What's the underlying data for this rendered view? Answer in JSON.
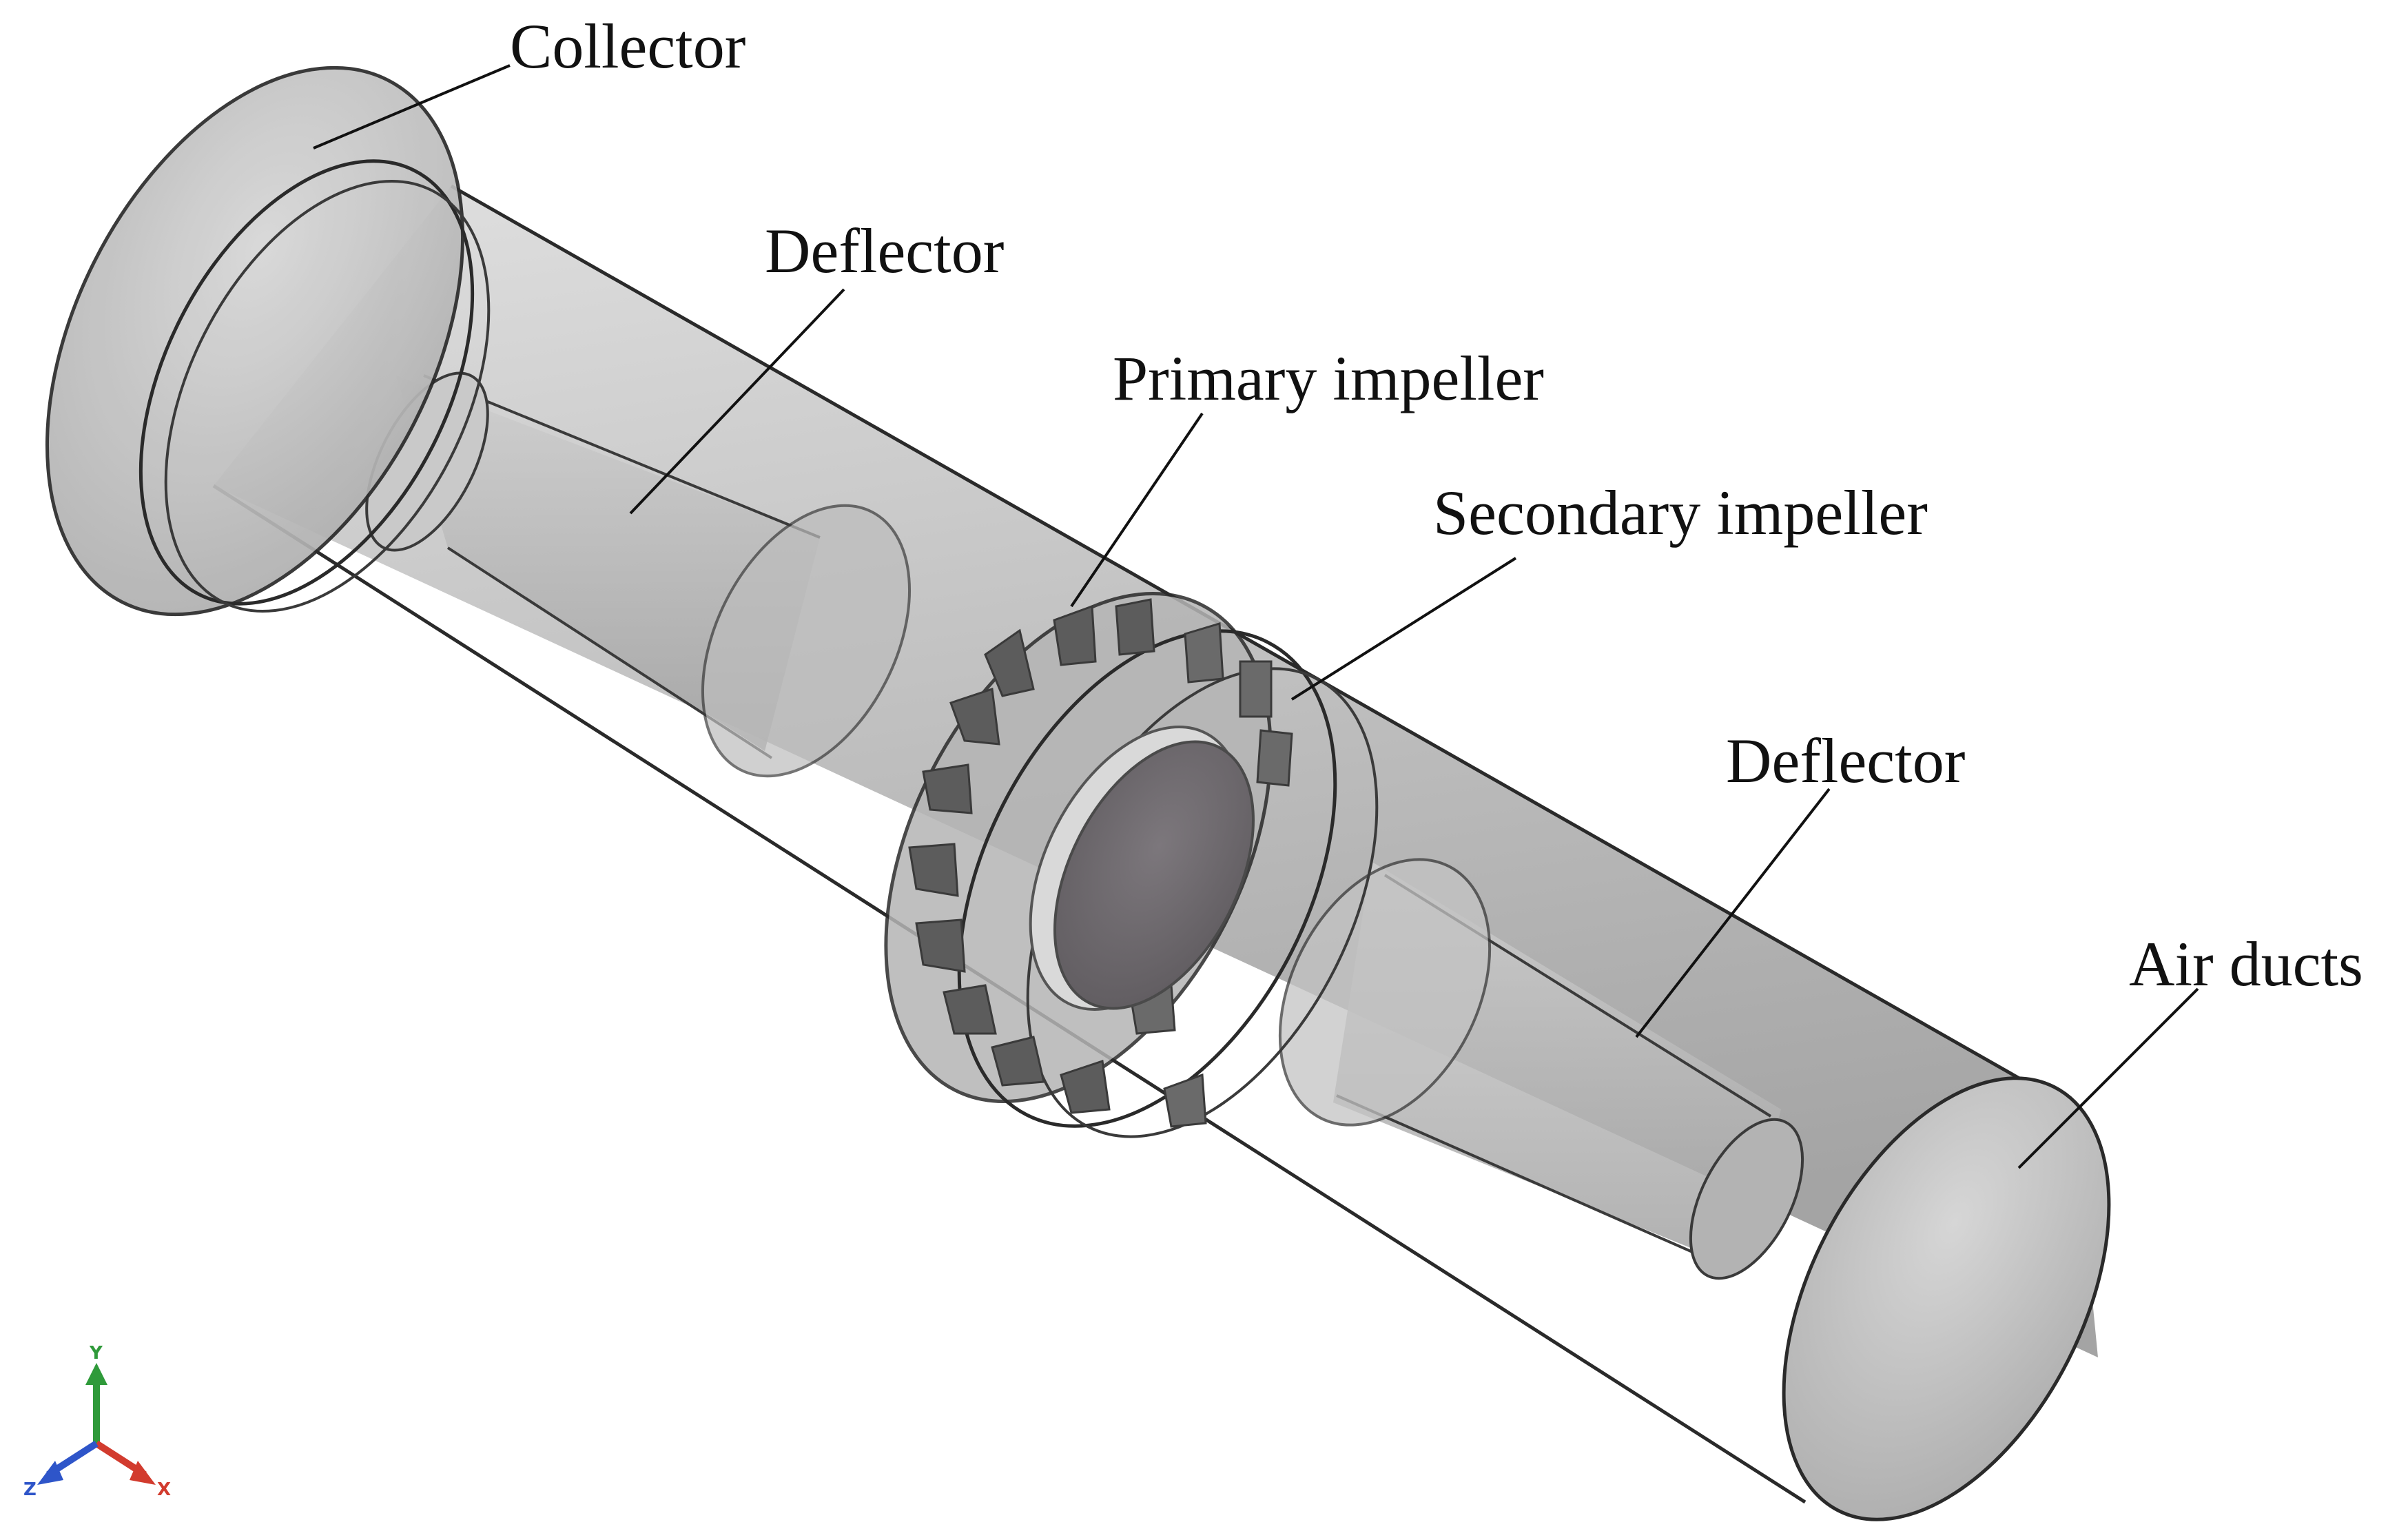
{
  "labels": {
    "collector": "Collector",
    "deflector_inlet": "Deflector",
    "primary_impeller": "Primary impeller",
    "secondary_impeller": "Secondary impeller",
    "deflector_outlet": "Deflector",
    "air_ducts": "Air ducts"
  },
  "triad": {
    "y": "Y",
    "z": "Z",
    "x": "X"
  },
  "icons": {
    "triad": "coordinate-triad-icon"
  },
  "colors": {
    "duct_fill": "#c4c4c4",
    "duct_dark": "#8e8e8e",
    "hub_fill": "#726e72",
    "blade_fill": "#5a5a5a",
    "edge": "#2a2a2a",
    "axis_x": "#d23b2e",
    "axis_y": "#2f9a3a",
    "axis_z": "#2e55c9"
  }
}
